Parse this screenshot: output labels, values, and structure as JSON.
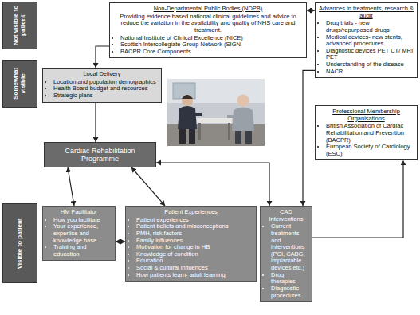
{
  "diagram": {
    "nodes": [
      {
        "text": [
          "Not visible to patient"
        ]
      },
      {
        "text": [
          "Non-Departmental Public Bodies (NDPB)",
          "Providing evidence based national clinical guidelines and advice to reduce the variation in the availability and quality of NHS care and treatment.",
          "National Institute of Clinical Excellence (NICE)",
          "Scottish Intercollegiate Group Network (SIGN",
          "BACPR Core Components"
        ]
      },
      {
        "text": [
          "Advances in treatments, research & audit",
          "Drug trials - new drugs/repurposed drugs",
          "Medical devices- new stents, advanced procedures",
          "Diagnostic devices PET CT/ MRI PET",
          "Understanding of the disease",
          "NACR"
        ]
      },
      {
        "text": [
          "Somewhat visible"
        ]
      },
      {
        "text": [
          "Local Delivery",
          "Location and population demographics",
          "Health Board budget and resources",
          "Strategic plans"
        ]
      },
      {
        "text": [
          "Cardiac Rehabilitation Programme"
        ]
      },
      {
        "text": [
          "Professional Membership Organisations",
          "British Association of Cardiac Rehabilitation and Prevention (BACPR)",
          "European Society of Cardiology (ESC)"
        ]
      },
      {
        "text": [
          "Visible to patient"
        ]
      },
      {
        "text": [
          "HM Facilitator",
          "How you facilitate",
          "Your experience, expertise and knowledge base",
          "Training and education"
        ]
      },
      {
        "text": [
          "Patient Experiences",
          "Patient experiences",
          "Patient beliefs and misconceptions",
          "PMH, risk factors",
          "Family influences",
          "Motivation for change in HB",
          "Knowledge of condition",
          "Education",
          "Social & cultural influences",
          "How patients learn- adult learning"
        ]
      },
      {
        "text": [
          "CAD Interventions",
          "Current treatments and interventions (PCI, CABG, implantable devices etc.)",
          "Drug therapies",
          "Diagnostic procedures"
        ]
      }
    ],
    "edges": [
      {
        "from": 1,
        "to": 2,
        "arrow": "both"
      },
      {
        "from": 1,
        "to": 4,
        "arrow": "to"
      },
      {
        "from": 4,
        "to": 5,
        "arrow": "to"
      },
      {
        "from": 2,
        "to": 10,
        "arrow": "to"
      },
      {
        "from": 5,
        "to": 8,
        "arrow": "both"
      },
      {
        "from": 5,
        "to": 9,
        "arrow": "both"
      },
      {
        "from": 5,
        "to": 10,
        "arrow": "both"
      },
      {
        "from": 8,
        "to": 9,
        "arrow": "both"
      },
      {
        "from": 10,
        "to": 6,
        "arrow": "to"
      }
    ]
  }
}
